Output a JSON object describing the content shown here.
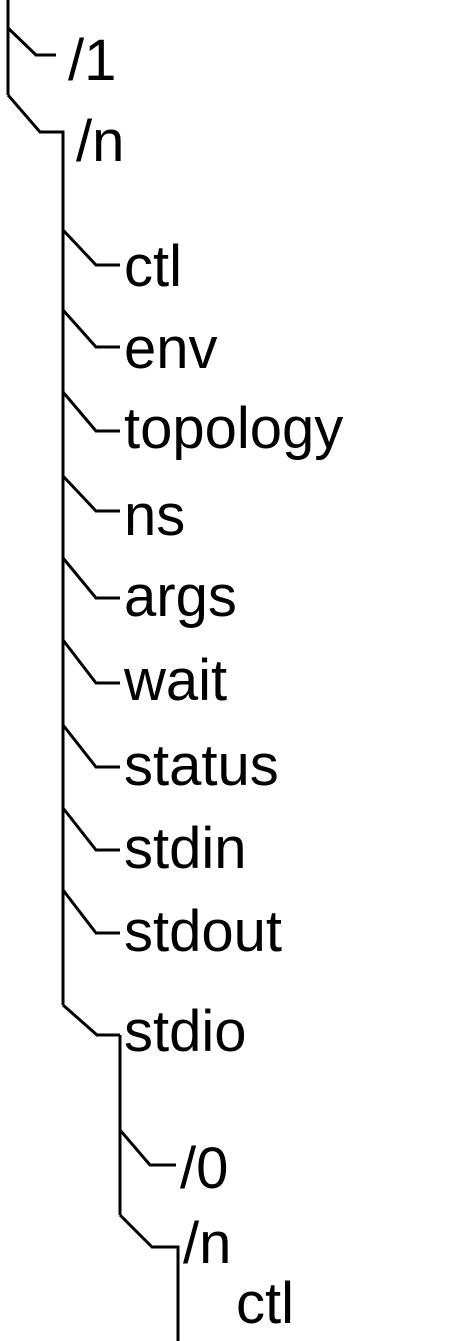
{
  "tree": {
    "line_color": "#000000",
    "root_items": [
      "/1",
      "/n"
    ],
    "n_children": [
      "ctl",
      "env",
      "topology",
      "ns",
      "args",
      "wait",
      "status",
      "stdin",
      "stdout",
      "stdio"
    ],
    "stdio_children": [
      "/0",
      "/n"
    ],
    "stdio_n_children": [
      "ctl"
    ]
  }
}
